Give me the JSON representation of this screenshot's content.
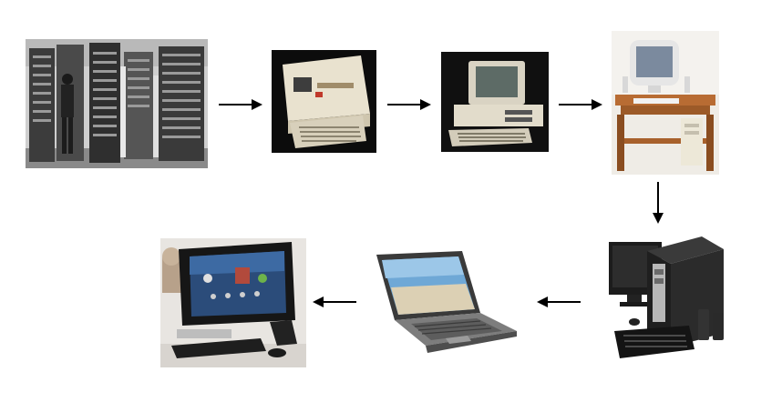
{
  "diagram": {
    "stages": [
      {
        "icon": "mainframe-computer-photo"
      },
      {
        "icon": "early-portable-computer-photo"
      },
      {
        "icon": "crt-personal-computer-photo"
      },
      {
        "icon": "desktop-computer-on-desk-photo"
      },
      {
        "icon": "tower-desktop-computer-photo"
      },
      {
        "icon": "laptop-computer-photo"
      },
      {
        "icon": "touchscreen-all-in-one-computer-photo"
      }
    ],
    "connectors": [
      "right",
      "right",
      "right",
      "down",
      "left",
      "left"
    ]
  }
}
